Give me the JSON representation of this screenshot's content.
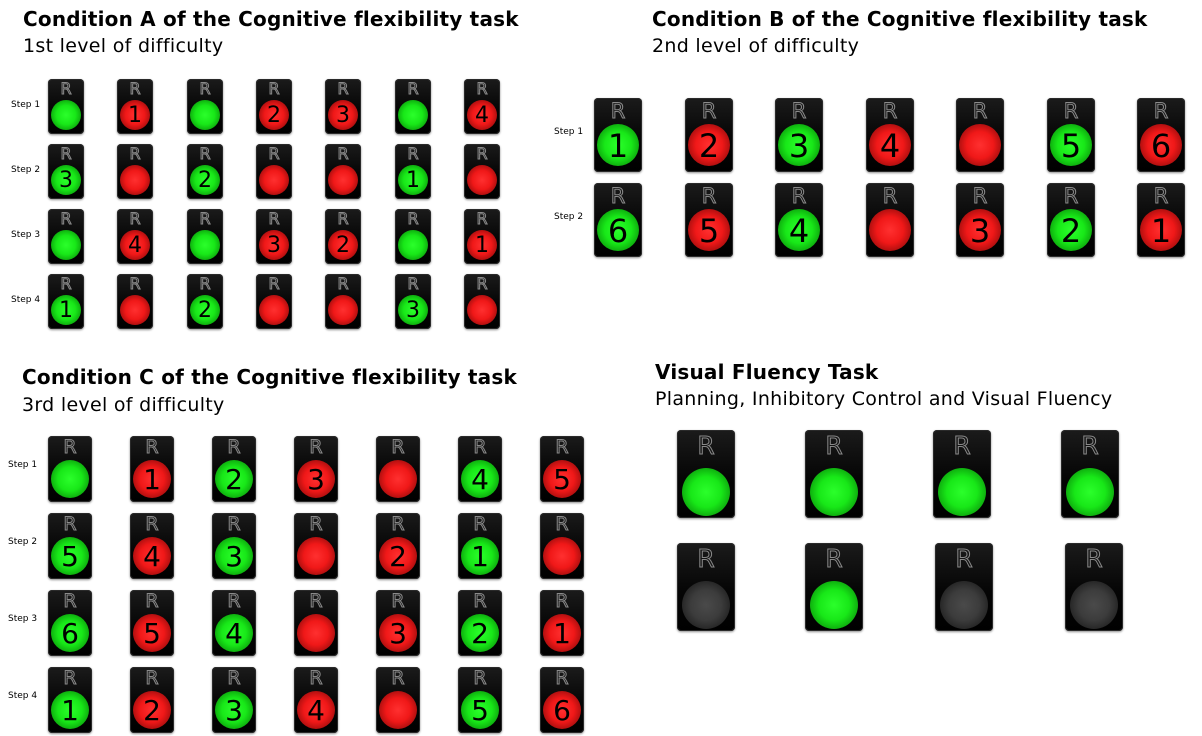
{
  "panels": [
    {
      "id": "a",
      "title": "Condition A of the Cognitive flexibility task",
      "subtitle": "1st level of difficulty",
      "steps": [
        {
          "label": "Step 1",
          "tiles": [
            [
              "green",
              ""
            ],
            [
              "red",
              "1"
            ],
            [
              "green",
              ""
            ],
            [
              "red",
              "2"
            ],
            [
              "red",
              "3"
            ],
            [
              "green",
              ""
            ],
            [
              "red",
              "4"
            ]
          ]
        },
        {
          "label": "Step 2",
          "tiles": [
            [
              "green",
              "3"
            ],
            [
              "red",
              ""
            ],
            [
              "green",
              "2"
            ],
            [
              "red",
              ""
            ],
            [
              "red",
              ""
            ],
            [
              "green",
              "1"
            ],
            [
              "red",
              ""
            ]
          ]
        },
        {
          "label": "Step 3",
          "tiles": [
            [
              "green",
              ""
            ],
            [
              "red",
              "4"
            ],
            [
              "green",
              ""
            ],
            [
              "red",
              "3"
            ],
            [
              "red",
              "2"
            ],
            [
              "green",
              ""
            ],
            [
              "red",
              "1"
            ]
          ]
        },
        {
          "label": "Step 4",
          "tiles": [
            [
              "green",
              "1"
            ],
            [
              "red",
              ""
            ],
            [
              "green",
              "2"
            ],
            [
              "red",
              ""
            ],
            [
              "red",
              ""
            ],
            [
              "green",
              "3"
            ],
            [
              "red",
              ""
            ]
          ]
        }
      ]
    },
    {
      "id": "b",
      "title": "Condition B of the Cognitive flexibility task",
      "subtitle": "2nd level of difficulty",
      "steps": [
        {
          "label": "Step 1",
          "tiles": [
            [
              "green",
              "1"
            ],
            [
              "red",
              "2"
            ],
            [
              "green",
              "3"
            ],
            [
              "red",
              "4"
            ],
            [
              "red",
              ""
            ],
            [
              "green",
              "5"
            ],
            [
              "red",
              "6"
            ]
          ]
        },
        {
          "label": "Step 2",
          "tiles": [
            [
              "green",
              "6"
            ],
            [
              "red",
              "5"
            ],
            [
              "green",
              "4"
            ],
            [
              "red",
              ""
            ],
            [
              "red",
              "3"
            ],
            [
              "green",
              "2"
            ],
            [
              "red",
              "1"
            ]
          ]
        }
      ]
    },
    {
      "id": "c",
      "title": "Condition C of the Cognitive flexibility task",
      "subtitle": "3rd level of difficulty",
      "steps": [
        {
          "label": "Step 1",
          "tiles": [
            [
              "green",
              ""
            ],
            [
              "red",
              "1"
            ],
            [
              "green",
              "2"
            ],
            [
              "red",
              "3"
            ],
            [
              "red",
              ""
            ],
            [
              "green",
              "4"
            ],
            [
              "red",
              "5"
            ]
          ]
        },
        {
          "label": "Step 2",
          "tiles": [
            [
              "green",
              "5"
            ],
            [
              "red",
              "4"
            ],
            [
              "green",
              "3"
            ],
            [
              "red",
              ""
            ],
            [
              "red",
              "2"
            ],
            [
              "green",
              "1"
            ],
            [
              "red",
              ""
            ]
          ]
        },
        {
          "label": "Step 3",
          "tiles": [
            [
              "green",
              "6"
            ],
            [
              "red",
              "5"
            ],
            [
              "green",
              "4"
            ],
            [
              "red",
              ""
            ],
            [
              "red",
              "3"
            ],
            [
              "green",
              "2"
            ],
            [
              "red",
              "1"
            ]
          ]
        },
        {
          "label": "Step 4",
          "tiles": [
            [
              "green",
              "1"
            ],
            [
              "red",
              "2"
            ],
            [
              "green",
              "3"
            ],
            [
              "red",
              "4"
            ],
            [
              "red",
              ""
            ],
            [
              "green",
              "5"
            ],
            [
              "red",
              "6"
            ]
          ]
        }
      ]
    },
    {
      "id": "d",
      "title": "Visual Fluency Task",
      "subtitle": "Planning, Inhibitory Control and Visual Fluency",
      "steps": [
        {
          "label": "",
          "tiles": [
            [
              "green",
              ""
            ],
            [
              "green",
              ""
            ],
            [
              "green",
              ""
            ],
            [
              "green",
              ""
            ]
          ]
        },
        {
          "label": "",
          "tiles": [
            [
              "off",
              ""
            ],
            [
              "green",
              ""
            ],
            [
              "off",
              ""
            ],
            [
              "off",
              ""
            ]
          ]
        }
      ]
    }
  ],
  "tile_letter": "R",
  "colors": {
    "green": "#18e818",
    "red": "#f01818",
    "off": "#3c3c3c",
    "tile": "#000000"
  }
}
